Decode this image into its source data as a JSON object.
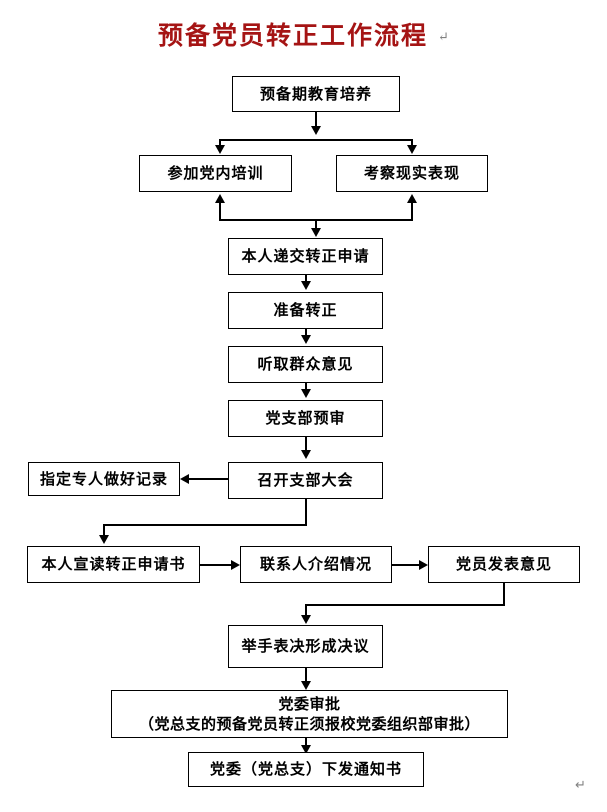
{
  "document": {
    "title": "预备党员转正工作流程",
    "title_color": "#a51414",
    "paragraph_mark": "↵",
    "paragraph_mark_bottom": "↵"
  },
  "flowchart": {
    "type": "flowchart",
    "orientation": "top-to-bottom",
    "nodes": [
      {
        "id": "n1",
        "label": "预备期教育培养"
      },
      {
        "id": "n2",
        "label": "参加党内培训"
      },
      {
        "id": "n3",
        "label": "考察现实表现"
      },
      {
        "id": "n4",
        "label": "本人递交转正申请"
      },
      {
        "id": "n5",
        "label": "准备转正"
      },
      {
        "id": "n6",
        "label": "听取群众意见"
      },
      {
        "id": "n7",
        "label": "党支部预审"
      },
      {
        "id": "n8",
        "label": "召开支部大会"
      },
      {
        "id": "n9",
        "label": "指定专人做好记录"
      },
      {
        "id": "n10",
        "label": "本人宣读转正申请书"
      },
      {
        "id": "n11",
        "label": "联系人介绍情况"
      },
      {
        "id": "n12",
        "label": "党员发表意见"
      },
      {
        "id": "n13",
        "label": "举手表决形成决议"
      },
      {
        "id": "n14",
        "label_line1": "党委审批",
        "label_line2": "（党总支的预备党员转正须报校党委组织部审批）"
      },
      {
        "id": "n15",
        "label": "党委（党总支）下发通知书"
      }
    ],
    "edges": [
      {
        "from": "n1",
        "to": "n2",
        "direction": "down"
      },
      {
        "from": "n1",
        "to": "n3",
        "direction": "down"
      },
      {
        "from": "n4",
        "to": "n2",
        "direction": "up"
      },
      {
        "from": "n4",
        "to": "n3",
        "direction": "up"
      },
      {
        "from": "n1",
        "to": "n4",
        "direction": "down"
      },
      {
        "from": "n4",
        "to": "n5",
        "direction": "down"
      },
      {
        "from": "n5",
        "to": "n6",
        "direction": "down"
      },
      {
        "from": "n6",
        "to": "n7",
        "direction": "down"
      },
      {
        "from": "n7",
        "to": "n8",
        "direction": "down"
      },
      {
        "from": "n8",
        "to": "n9",
        "direction": "left"
      },
      {
        "from": "n8",
        "to": "n10",
        "direction": "down"
      },
      {
        "from": "n10",
        "to": "n11",
        "direction": "right"
      },
      {
        "from": "n11",
        "to": "n12",
        "direction": "right"
      },
      {
        "from": "n12",
        "to": "n13",
        "direction": "down"
      },
      {
        "from": "n13",
        "to": "n14",
        "direction": "down"
      },
      {
        "from": "n14",
        "to": "n15",
        "direction": "down"
      }
    ]
  }
}
